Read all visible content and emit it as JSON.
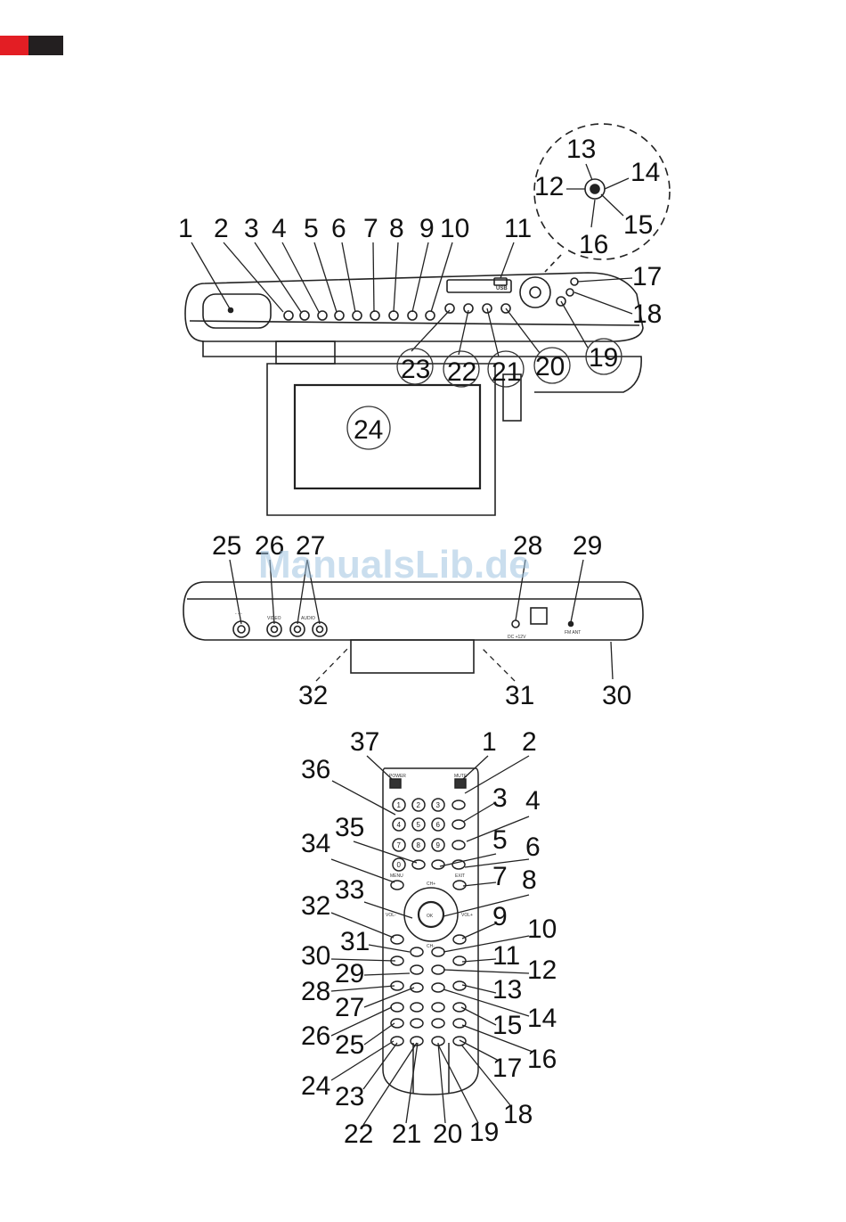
{
  "header": {
    "accent": "#e31e24",
    "dark": "#231f20"
  },
  "watermark": "ManualsLib.de",
  "top_unit": {
    "usb_label": "USB",
    "callouts": [
      "1",
      "2",
      "3",
      "4",
      "5",
      "6",
      "7",
      "8",
      "9",
      "10",
      "11",
      "12",
      "13",
      "14",
      "15",
      "16",
      "17",
      "18",
      "19",
      "20",
      "21",
      "22",
      "23",
      "24"
    ]
  },
  "back_panel": {
    "dc_label": "DC +12V",
    "fm_label": "FM ANT",
    "video_label": "VIDEO",
    "audio_label": "AUDIO",
    "callouts": [
      "25",
      "26",
      "27",
      "28",
      "29",
      "30",
      "31",
      "32"
    ]
  },
  "remote": {
    "power_label": "POWER",
    "mute_label": "MUTE",
    "menu_label": "MENU",
    "exit_label": "EXIT",
    "vol_minus": "VOL-",
    "vol_plus": "VOL+",
    "ch_plus": "CH+",
    "ch_minus": "CH-",
    "ok_label": "OK",
    "digits": [
      "1",
      "2",
      "3",
      "4",
      "5",
      "6",
      "7",
      "8",
      "9",
      "0"
    ],
    "callouts": [
      "37",
      "1",
      "2",
      "36",
      "3",
      "4",
      "35",
      "34",
      "5",
      "6",
      "7",
      "33",
      "8",
      "32",
      "9",
      "10",
      "31",
      "11",
      "30",
      "12",
      "29",
      "13",
      "28",
      "14",
      "27",
      "15",
      "26",
      "16",
      "25",
      "17",
      "24",
      "18",
      "23",
      "19",
      "22",
      "20",
      "21"
    ]
  }
}
